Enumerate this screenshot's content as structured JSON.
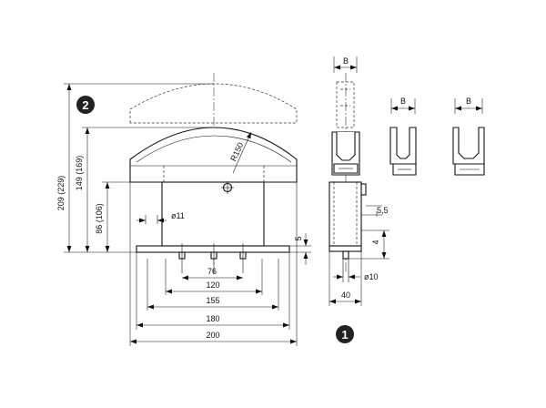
{
  "dimensions": {
    "height_total": "209 (229)",
    "height_mid": "149 (169)",
    "height_low": "86 (106)",
    "radius": "R150",
    "hole": "ø11",
    "base_thickness": "5",
    "w76": "76",
    "w120": "120",
    "w155": "155",
    "w180": "180",
    "w200": "200",
    "side_width": "40",
    "side_bolt": "ø10",
    "side_offset": "5,5",
    "side_depth": "4",
    "profile_width": "B"
  },
  "badges": {
    "main": "1",
    "alt": "2"
  }
}
